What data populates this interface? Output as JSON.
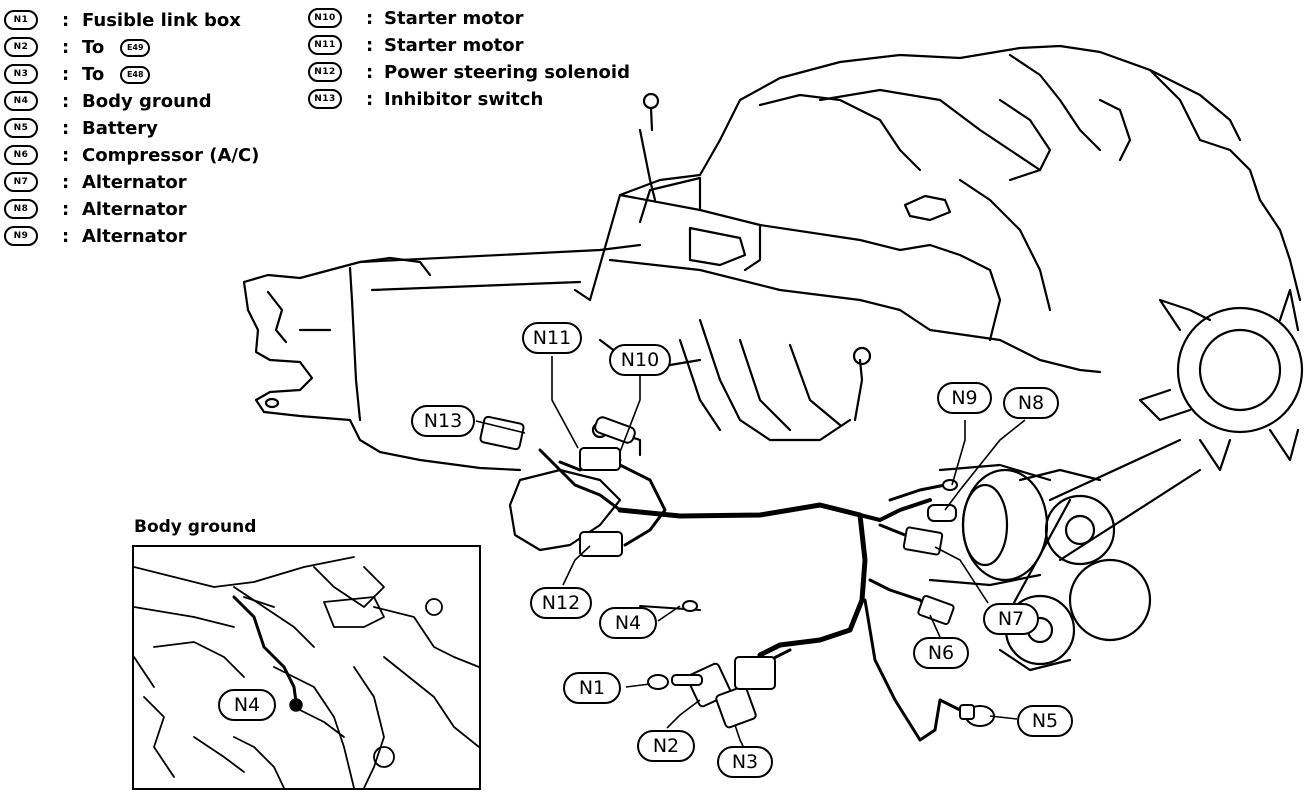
{
  "legend_left": [
    {
      "code": "N1",
      "colon": ":",
      "text": "Fusible link box",
      "ref": ""
    },
    {
      "code": "N2",
      "colon": ":",
      "text": "To",
      "ref": "E49"
    },
    {
      "code": "N3",
      "colon": ":",
      "text": "To",
      "ref": "E48"
    },
    {
      "code": "N4",
      "colon": ":",
      "text": "Body ground",
      "ref": ""
    },
    {
      "code": "N5",
      "colon": ":",
      "text": "Battery",
      "ref": ""
    },
    {
      "code": "N6",
      "colon": ":",
      "text": "Compressor (A/C)",
      "ref": ""
    },
    {
      "code": "N7",
      "colon": ":",
      "text": "Alternator",
      "ref": ""
    },
    {
      "code": "N8",
      "colon": ":",
      "text": "Alternator",
      "ref": ""
    },
    {
      "code": "N9",
      "colon": ":",
      "text": "Alternator",
      "ref": ""
    }
  ],
  "legend_right": [
    {
      "code": "N10",
      "colon": ":",
      "text": "Starter motor"
    },
    {
      "code": "N11",
      "colon": ":",
      "text": "Starter motor"
    },
    {
      "code": "N12",
      "colon": ":",
      "text": "Power steering solenoid"
    },
    {
      "code": "N13",
      "colon": ":",
      "text": "Inhibitor switch"
    }
  ],
  "callouts": {
    "n1": "N1",
    "n2": "N2",
    "n3": "N3",
    "n4": "N4",
    "n5": "N5",
    "n6": "N6",
    "n7": "N7",
    "n8": "N8",
    "n9": "N9",
    "n10": "N10",
    "n11": "N11",
    "n12": "N12",
    "n13": "N13",
    "n4_inset": "N4"
  },
  "inset": {
    "title": "Body ground"
  }
}
